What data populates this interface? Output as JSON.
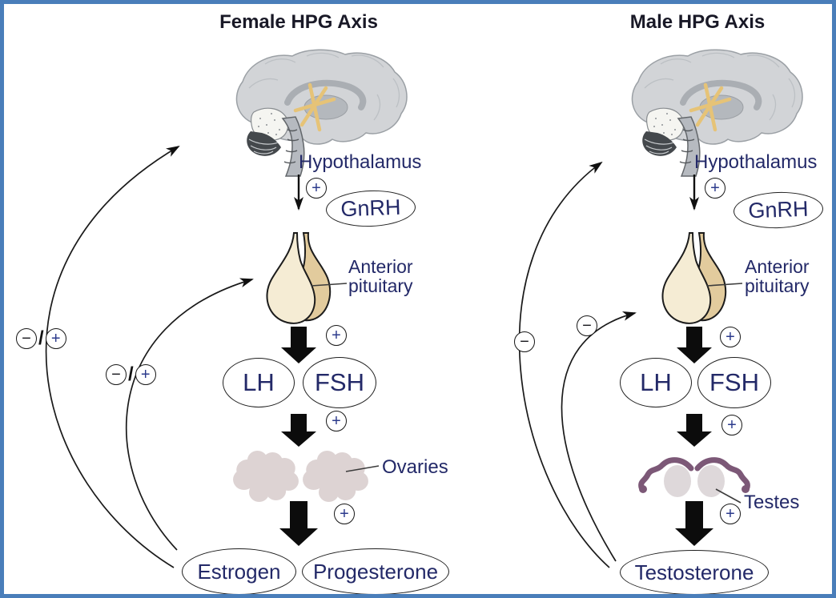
{
  "figure": {
    "type": "HPG-axis-diagram",
    "border_color": "#4a7eba",
    "label_color": "#232968",
    "title_color": "#191927",
    "pituitary_front_color": "#f5ecd4",
    "pituitary_back_color": "#e2cb9d",
    "ovary_color": "#ddd3d3",
    "testis_color": "#ded8da",
    "testis_duct_color": "#7c5877",
    "brain_color": "#d2d4d7"
  },
  "signs": {
    "plus": "+",
    "minus": "−",
    "slash": "/"
  },
  "female": {
    "title": "Female HPG Axis",
    "hypothalamus": "Hypothalamus",
    "gnrh": "GnRH",
    "anterior_pituitary_line1": "Anterior",
    "anterior_pituitary_line2": "pituitary",
    "lh": "LH",
    "fsh": "FSH",
    "gonads": "Ovaries",
    "hormone_left": "Estrogen",
    "hormone_right": "Progesterone"
  },
  "male": {
    "title": "Male HPG Axis",
    "hypothalamus": "Hypothalamus",
    "gnrh": "GnRH",
    "anterior_pituitary_line1": "Anterior",
    "anterior_pituitary_line2": "pituitary",
    "lh": "LH",
    "fsh": "FSH",
    "gonads": "Testes",
    "hormone": "Testosterone"
  }
}
